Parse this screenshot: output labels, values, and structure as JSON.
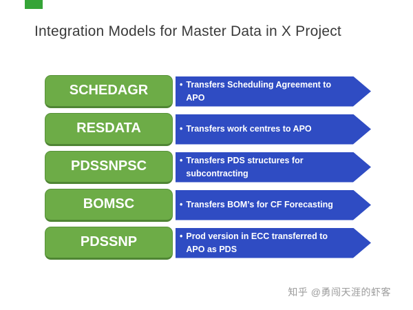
{
  "slide": {
    "title": "Integration Models for Master Data in X Project",
    "watermark": "知乎 @勇闯天涯的虾客",
    "bullet_glyph": "•"
  },
  "colors": {
    "box_green": "#6dac47",
    "arrow_blue": "#2f4cc3",
    "accent_green": "#35a437",
    "title_gray": "#3a3a3a"
  },
  "rows": [
    {
      "label": "SCHEDAGR",
      "desc": "Transfers  Scheduling Agreement  to APO"
    },
    {
      "label": "RESDATA",
      "desc": "Transfers work centres to APO"
    },
    {
      "label": "PDSSNPSC",
      "desc": "Transfers PDS structures for subcontracting"
    },
    {
      "label": "BOMSC",
      "desc": "Transfers BOM’s for CF Forecasting"
    },
    {
      "label": "PDSSNP",
      "desc": "Prod version in ECC transferred to APO as PDS"
    }
  ]
}
